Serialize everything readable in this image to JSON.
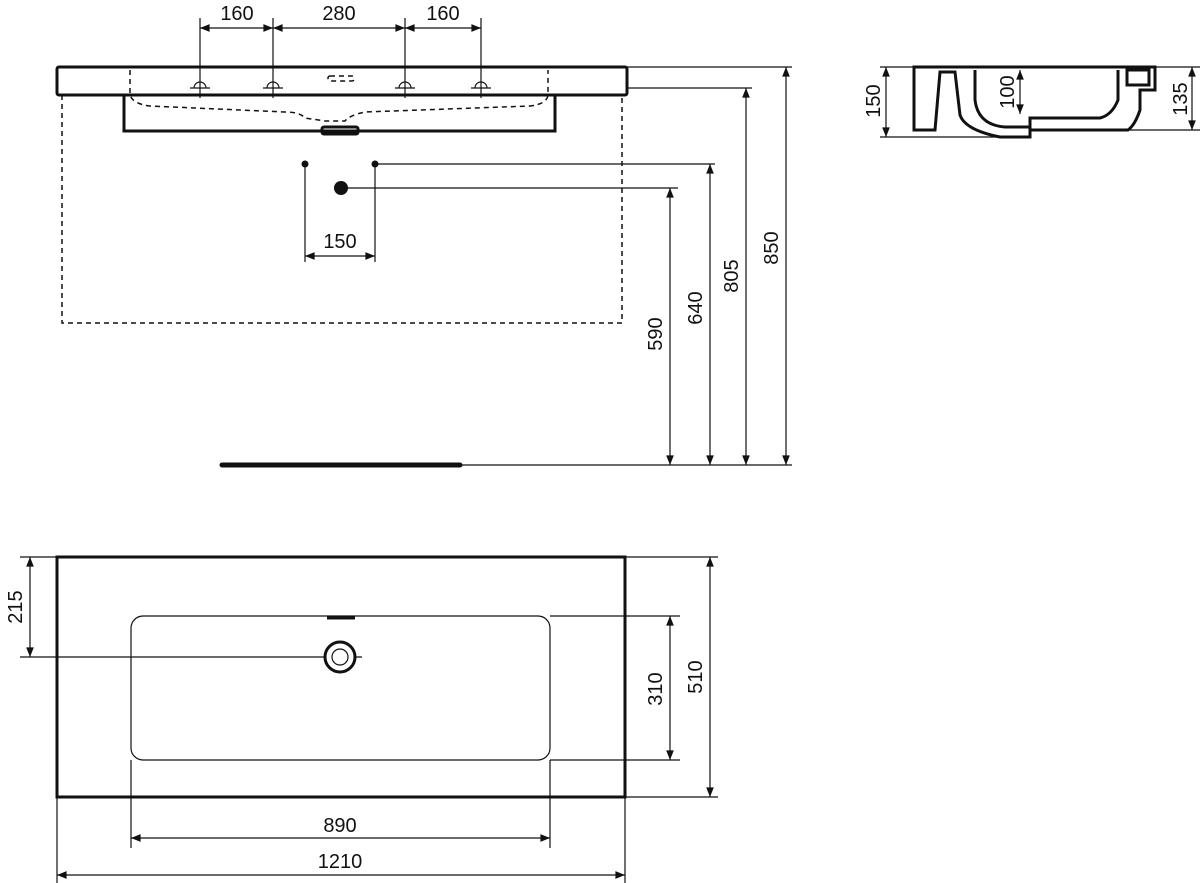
{
  "front_view": {
    "tap_spacing": [
      "160",
      "280",
      "160"
    ],
    "waste_spacing": "150",
    "heights": {
      "h590": "590",
      "h640": "640",
      "h805": "805",
      "h850": "850"
    }
  },
  "side_view": {
    "total_height": "150",
    "bowl_depth": "100",
    "rim_height": "135"
  },
  "top_view": {
    "drain_offset": "215",
    "bowl_depth": "310",
    "total_depth": "510",
    "bowl_width": "890",
    "total_width": "1210"
  },
  "colors": {
    "line": "#111111",
    "background": "#ffffff"
  }
}
